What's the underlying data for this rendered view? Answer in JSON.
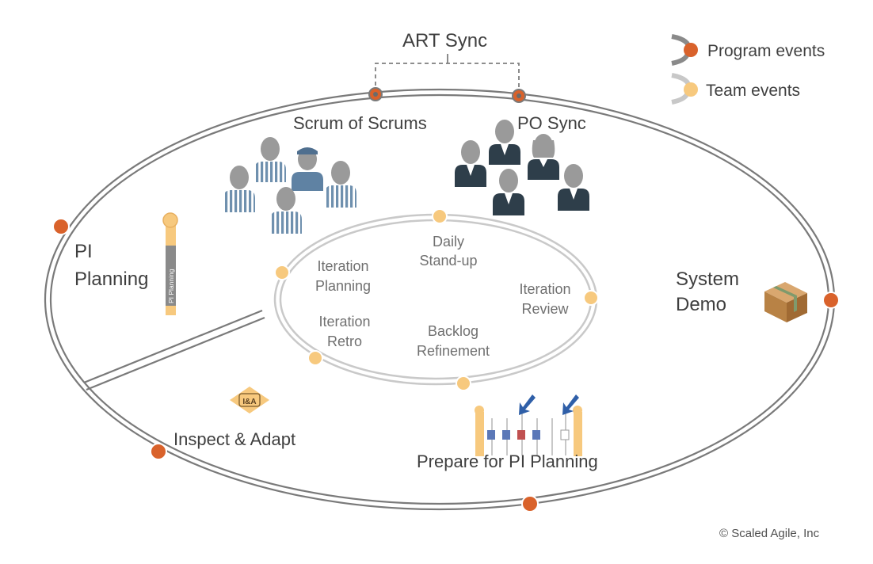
{
  "labels": {
    "art_sync": "ART Sync",
    "scrum_of_scrums": "Scrum of Scrums",
    "po_sync": "PO Sync",
    "pi_planning_1": "PI",
    "pi_planning_2": "Planning",
    "system_demo_1": "System",
    "system_demo_2": "Demo",
    "inspect_adapt": "Inspect & Adapt",
    "prepare_pi_planning": "Prepare for PI Planning",
    "daily_standup_1": "Daily",
    "daily_standup_2": "Stand-up",
    "iteration_planning_1": "Iteration",
    "iteration_planning_2": "Planning",
    "iteration_review_1": "Iteration",
    "iteration_review_2": "Review",
    "iteration_retro_1": "Iteration",
    "iteration_retro_2": "Retro",
    "backlog_refinement_1": "Backlog",
    "backlog_refinement_2": "Refinement",
    "pi_planning_banner": "PI Planning",
    "ia_badge": "I&A"
  },
  "legend": {
    "program_events": "Program events",
    "team_events": "Team events"
  },
  "copyright": "© Scaled Agile, Inc",
  "colors": {
    "program_event": "#d9622b",
    "team_event": "#f7c97e",
    "ring": "#7a7a7a",
    "inner_ring": "#c8c8c8",
    "person_striped": "#6d8fae",
    "person_suit": "#2e3e4a"
  }
}
